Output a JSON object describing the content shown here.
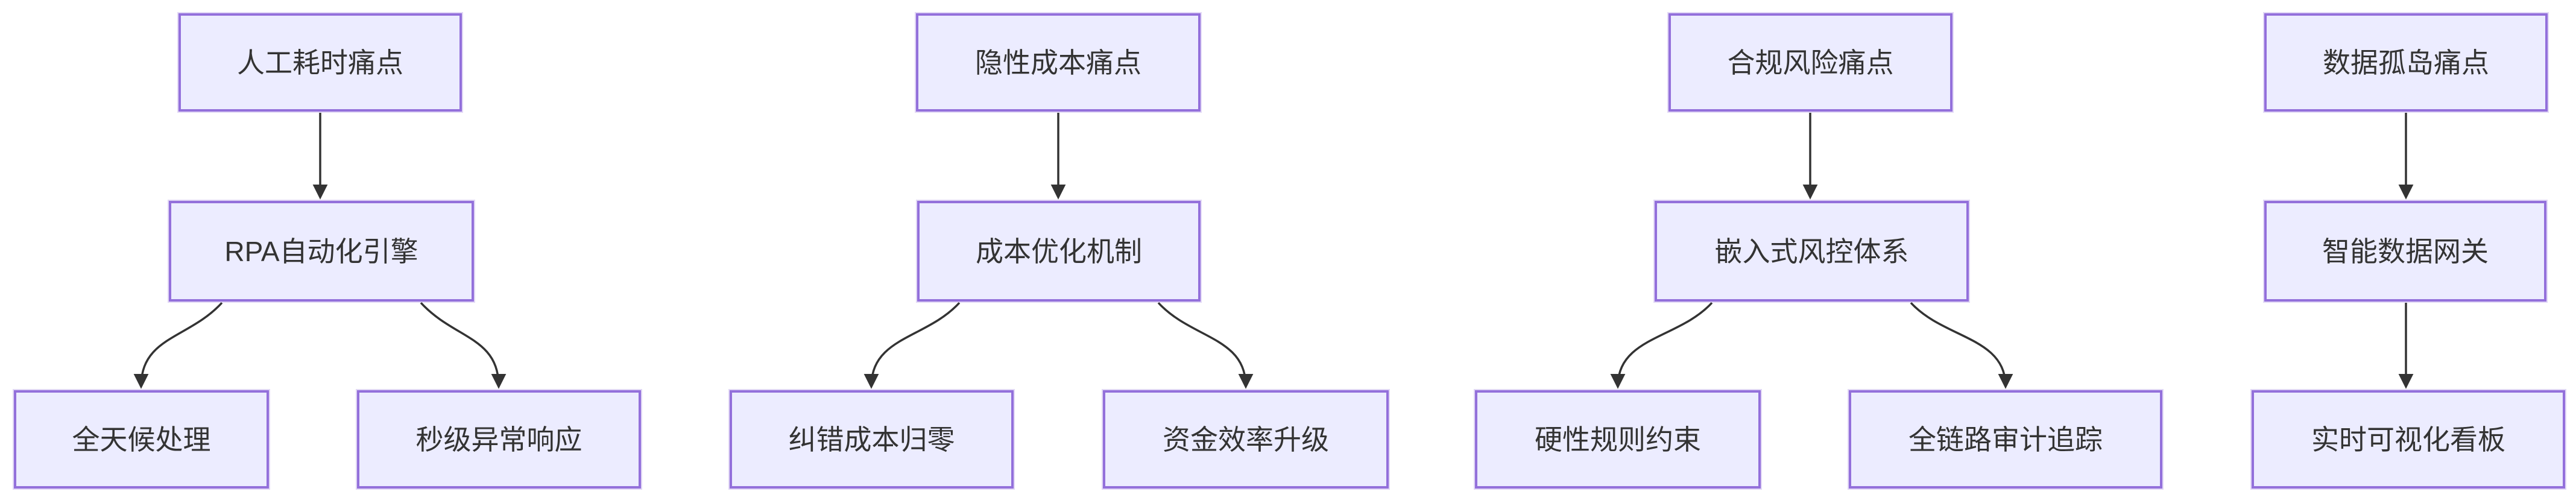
{
  "diagram": {
    "type": "flowchart-top-down",
    "style": {
      "background": "#ffffff",
      "node_fill": "#ECECFF",
      "node_border": "#9370DB",
      "node_text": "#333333",
      "edge_color": "#333333"
    },
    "groups": [
      {
        "pain": "人工耗时痛点",
        "solution": "RPA自动化引擎",
        "outcomes": [
          "全天候处理",
          "秒级异常响应"
        ]
      },
      {
        "pain": "隐性成本痛点",
        "solution": "成本优化机制",
        "outcomes": [
          "纠错成本归零",
          "资金效率升级"
        ]
      },
      {
        "pain": "合规风险痛点",
        "solution": "嵌入式风控体系",
        "outcomes": [
          "硬性规则约束",
          "全链路审计追踪"
        ]
      },
      {
        "pain": "数据孤岛痛点",
        "solution": "智能数据网关",
        "outcomes": [
          "实时可视化看板"
        ]
      }
    ],
    "edges": [
      {
        "from": "人工耗时痛点",
        "to": "RPA自动化引擎"
      },
      {
        "from": "RPA自动化引擎",
        "to": "全天候处理"
      },
      {
        "from": "RPA自动化引擎",
        "to": "秒级异常响应"
      },
      {
        "from": "隐性成本痛点",
        "to": "成本优化机制"
      },
      {
        "from": "成本优化机制",
        "to": "纠错成本归零"
      },
      {
        "from": "成本优化机制",
        "to": "资金效率升级"
      },
      {
        "from": "合规风险痛点",
        "to": "嵌入式风控体系"
      },
      {
        "from": "嵌入式风控体系",
        "to": "硬性规则约束"
      },
      {
        "from": "嵌入式风控体系",
        "to": "全链路审计追踪"
      },
      {
        "from": "数据孤岛痛点",
        "to": "智能数据网关"
      },
      {
        "from": "智能数据网关",
        "to": "实时可视化看板"
      }
    ]
  }
}
